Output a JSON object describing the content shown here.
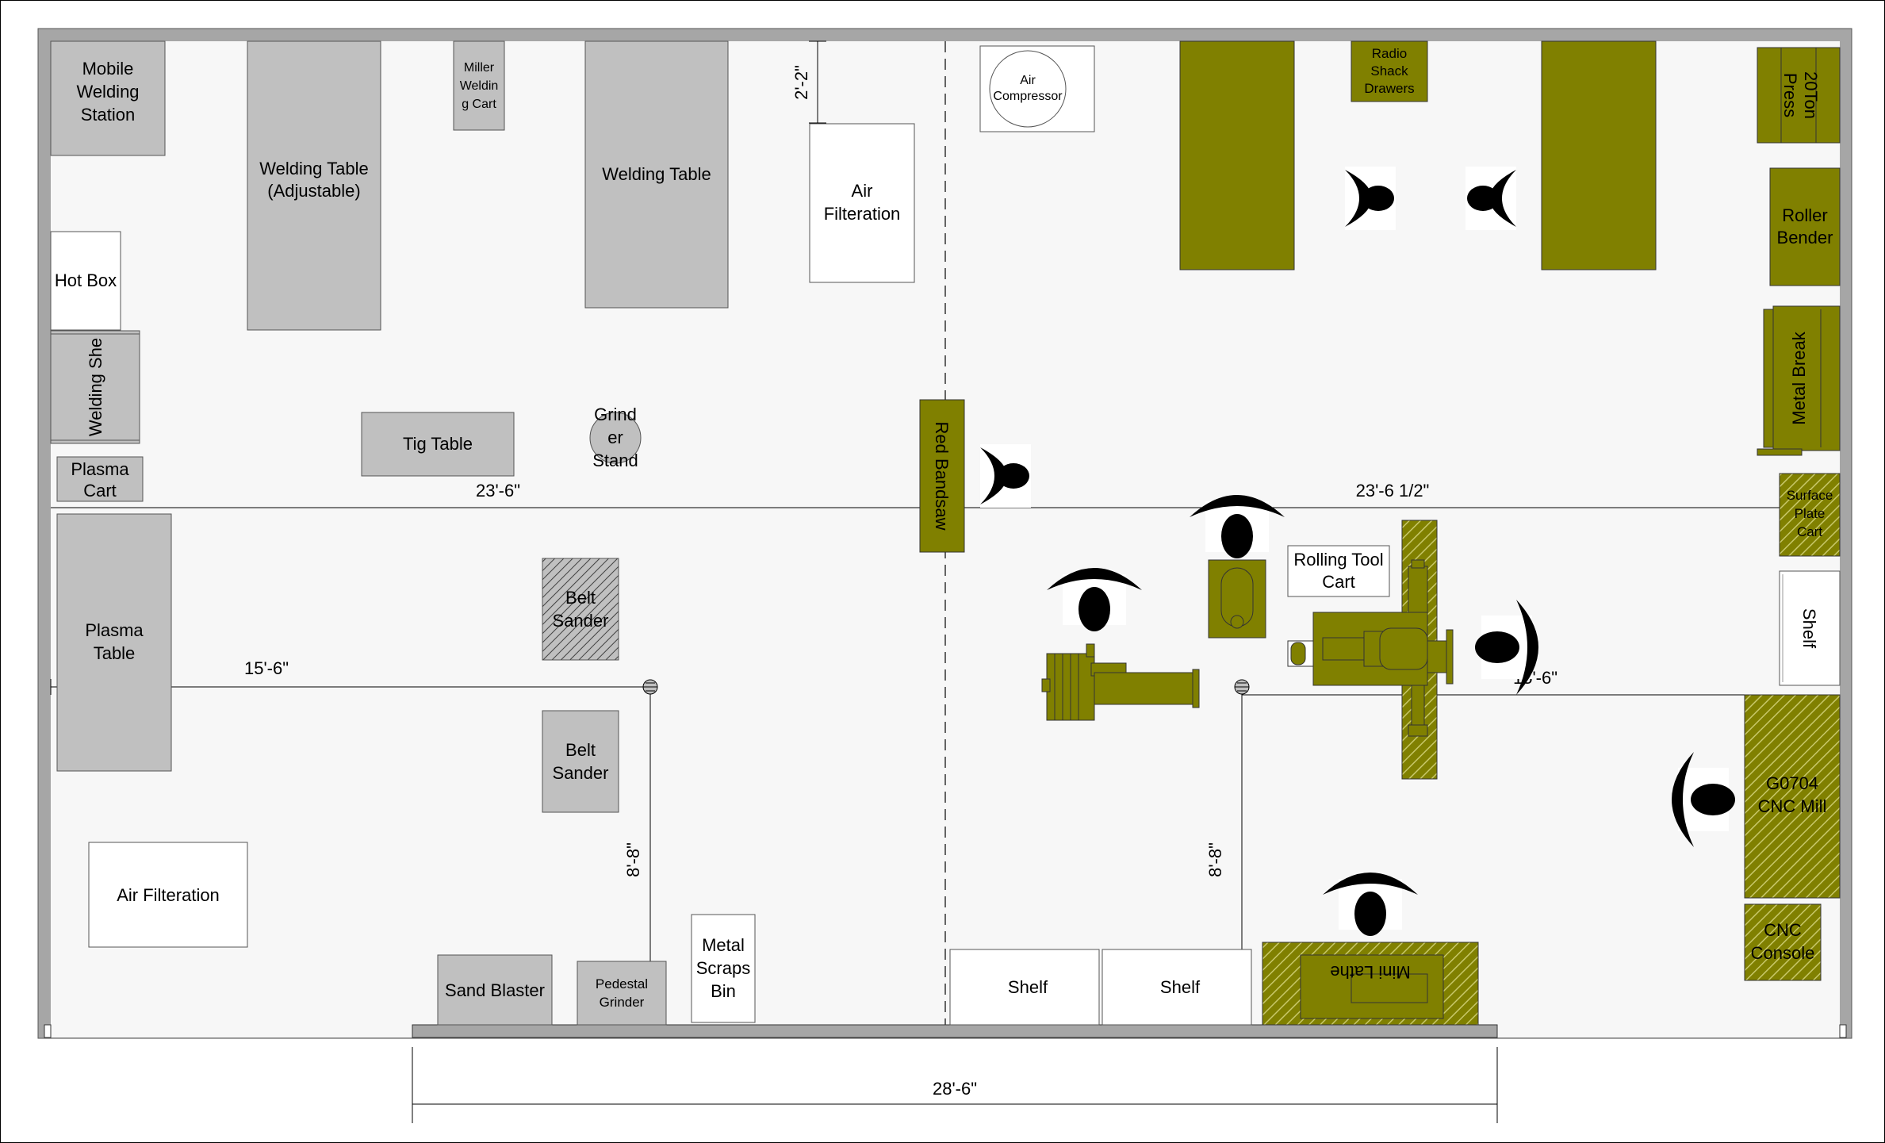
{
  "colors": {
    "olive": "#808000",
    "gray": "#c0c0c0",
    "wall": "#a6a6a6",
    "floor": "#f7f7f7"
  },
  "labels": {
    "mobile_welding_station": [
      "Mobile",
      "Welding",
      "Station"
    ],
    "welding_table_adjustable": [
      "Welding Table",
      "(Adjustable)"
    ],
    "miller_welding_cart": [
      "Miller",
      "Weldin",
      "g Cart"
    ],
    "welding_table": "Welding Table",
    "air_filteration_top": [
      "Air",
      "Filteration"
    ],
    "air_compressor": [
      "Air",
      "Compressor"
    ],
    "radio_shack_drawers": [
      "Radio",
      "Shack",
      "Drawers"
    ],
    "press_20ton": [
      "20Ton",
      "Press"
    ],
    "roller_bender": [
      "Roller",
      "Bender"
    ],
    "metal_break": "Metal Break",
    "hot_box": "Hot Box",
    "welding_shelf": "Welding She",
    "plasma_cart": [
      "Plasma",
      "Cart"
    ],
    "tig_table": "Tig Table",
    "grinder_stand": [
      "Grind",
      "er",
      "Stand"
    ],
    "red_bandsaw": "Red Bandsaw",
    "surface_plate_cart": [
      "Surface",
      "Plate",
      "Cart"
    ],
    "rolling_tool_cart": [
      "Rolling Tool",
      "Cart"
    ],
    "plasma_table": [
      "Plasma",
      "Table"
    ],
    "belt_sander_1": [
      "Belt",
      "Sander"
    ],
    "belt_sander_2": [
      "Belt",
      "Sander"
    ],
    "shelf_right": "Shelf",
    "cnc_mill": [
      "G0704",
      "CNC Mill"
    ],
    "cnc_console": [
      "CNC",
      "Console"
    ],
    "air_filteration_bottom": "Air Filteration",
    "sand_blaster": "Sand Blaster",
    "pedestal_grinder": [
      "Pedestal",
      "Grinder"
    ],
    "metal_scraps_bin": [
      "Metal",
      "Scraps",
      "Bin"
    ],
    "shelf_1": "Shelf",
    "shelf_2": "Shelf",
    "mini_lathe": "Mini Lathe"
  },
  "dimensions": {
    "d_2_2": "2'-2\"",
    "d_23_6": "23'-6\"",
    "d_23_6_half": "23'-6 1/2\"",
    "d_15_6_left": "15'-6\"",
    "d_15_6_right": "15'-6\"",
    "d_8_8_left": "8'-8\"",
    "d_8_8_right": "8'-8\"",
    "d_28_6": "28'-6\""
  }
}
